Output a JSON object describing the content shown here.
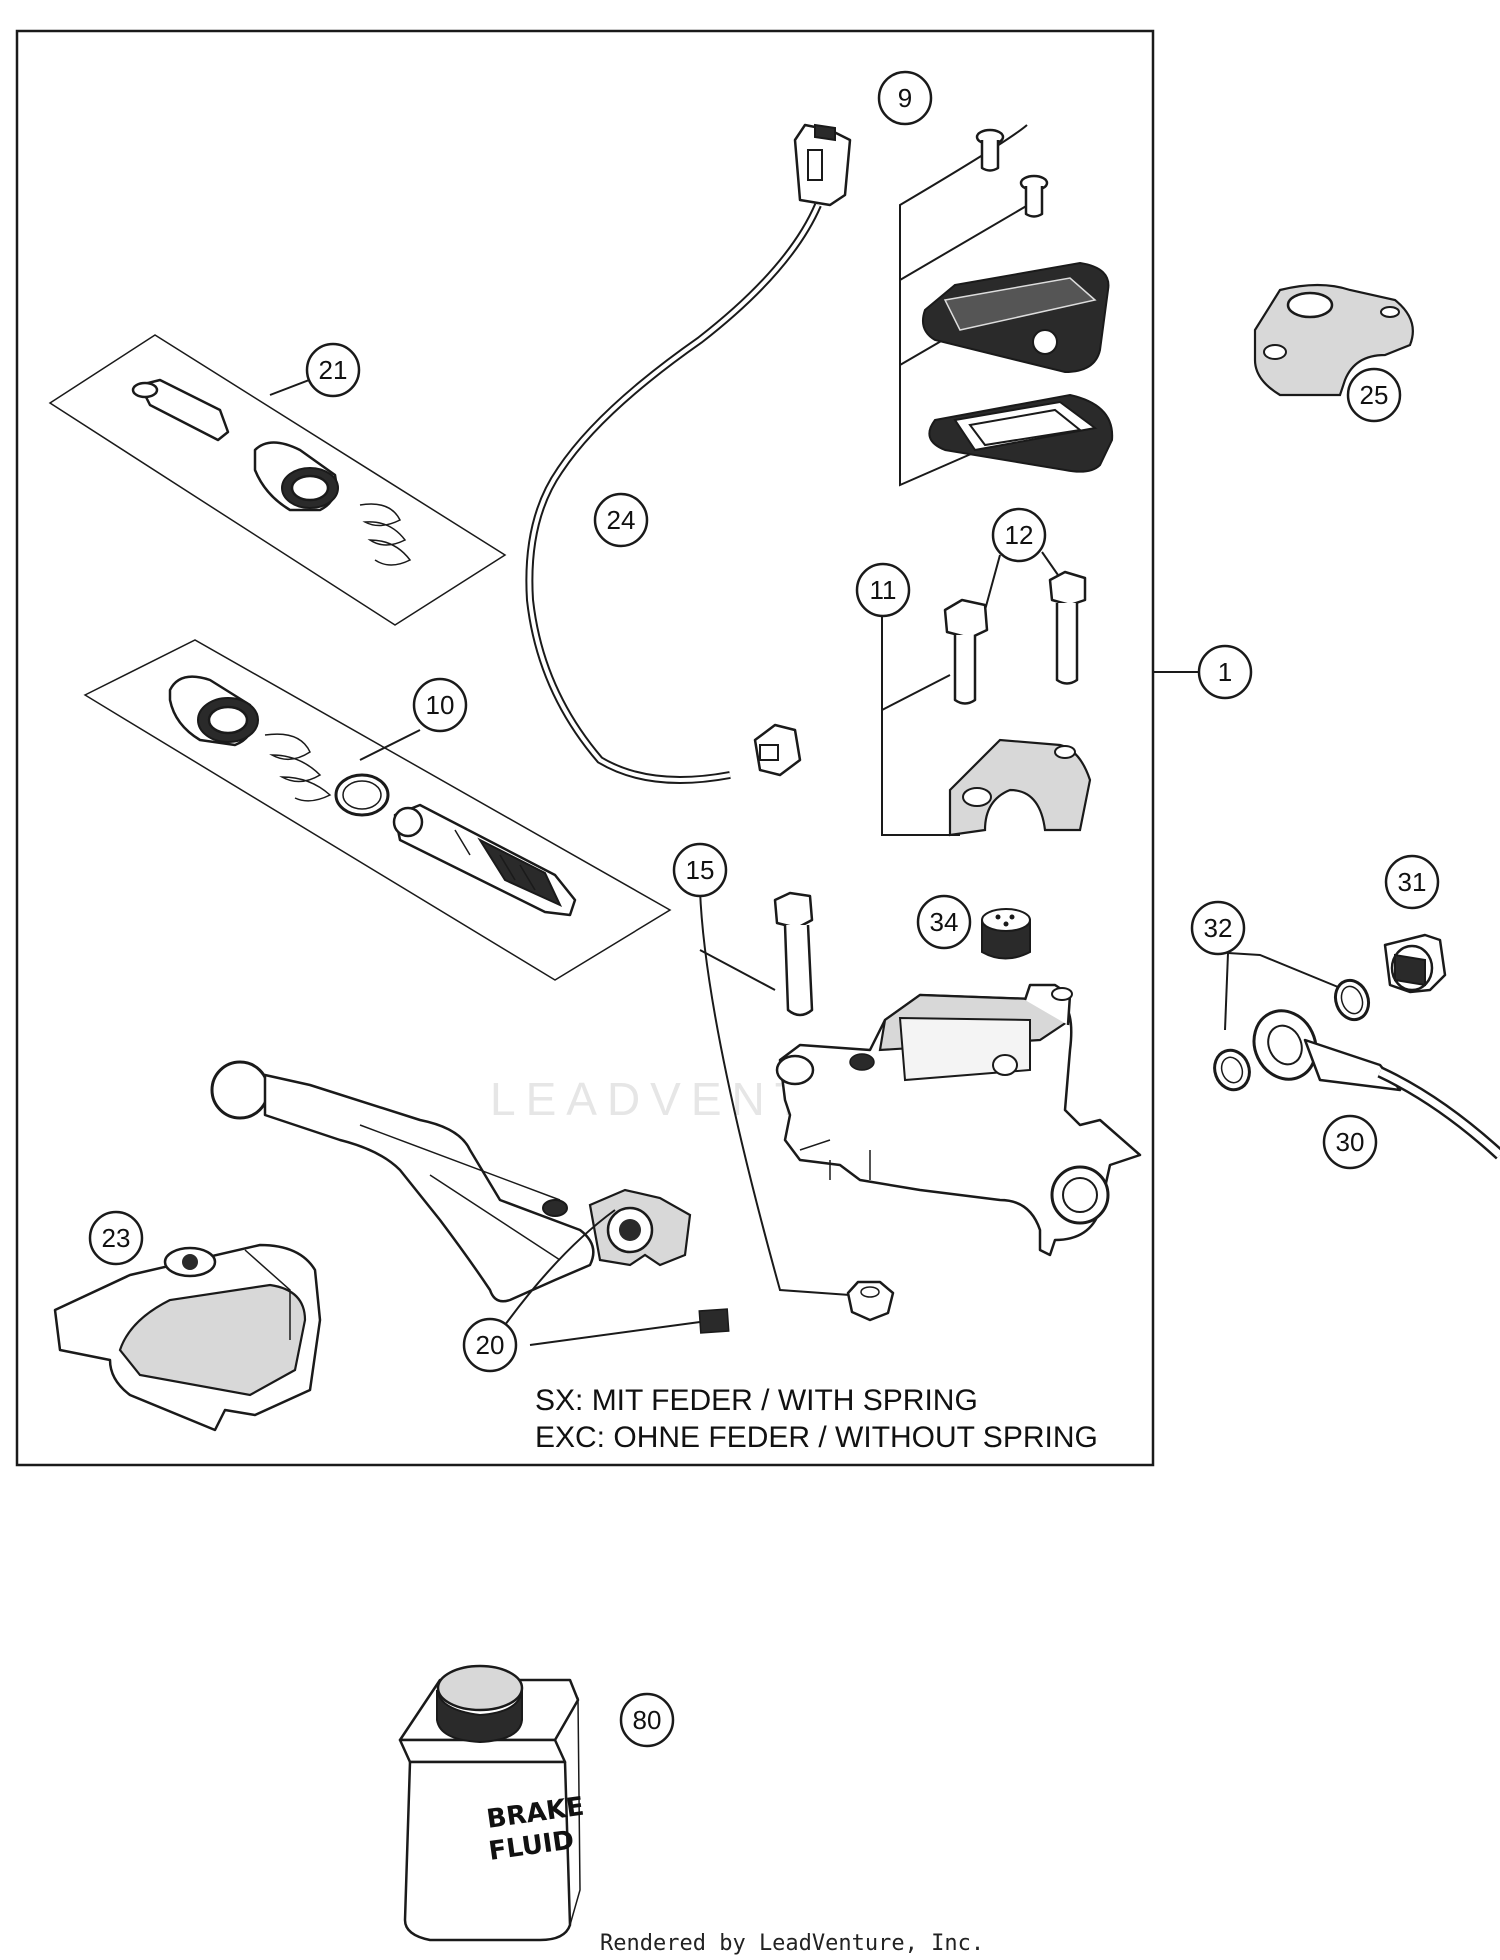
{
  "callouts": {
    "c1": "1",
    "c9": "9",
    "c10": "10",
    "c11": "11",
    "c12": "12",
    "c15": "15",
    "c20": "20",
    "c21": "21",
    "c23": "23",
    "c24": "24",
    "c25": "25",
    "c30": "30",
    "c31": "31",
    "c32": "32",
    "c34": "34",
    "c80": "80"
  },
  "note": {
    "line1": "SX: MIT FEDER / WITH SPRING",
    "line2": "EXC: OHNE FEDER / WITHOUT SPRING"
  },
  "can": {
    "line1": "BRAKE",
    "line2": "FLUID"
  },
  "watermark": "LEADVENTURE",
  "credit": "Rendered by LeadVenture, Inc."
}
